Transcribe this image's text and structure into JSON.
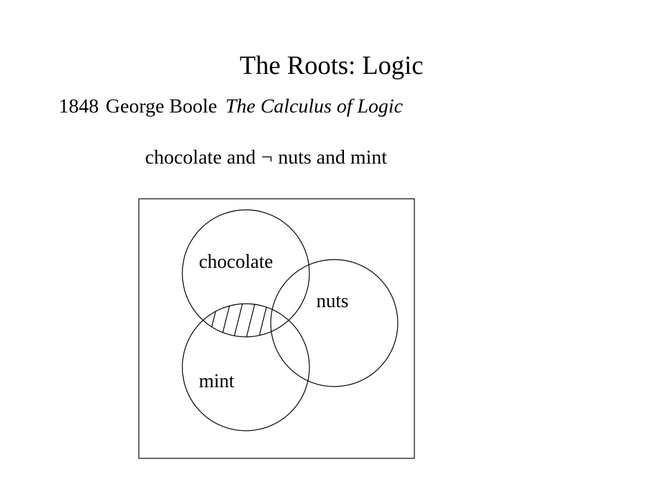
{
  "slide": {
    "title": "The Roots: Logic",
    "subtitle": {
      "year": "1848",
      "author": "George Boole",
      "work": "The Calculus of Logic"
    },
    "expression": {
      "left": "chocolate and",
      "not_symbol": "¬",
      "right": "nuts and mint"
    }
  },
  "venn": {
    "labels": {
      "chocolate": "chocolate",
      "nuts": "nuts",
      "mint": "mint"
    },
    "shaded_region": "chocolate and mint, not nuts",
    "colors": {
      "stroke": "#000000",
      "background": "#ffffff"
    }
  }
}
